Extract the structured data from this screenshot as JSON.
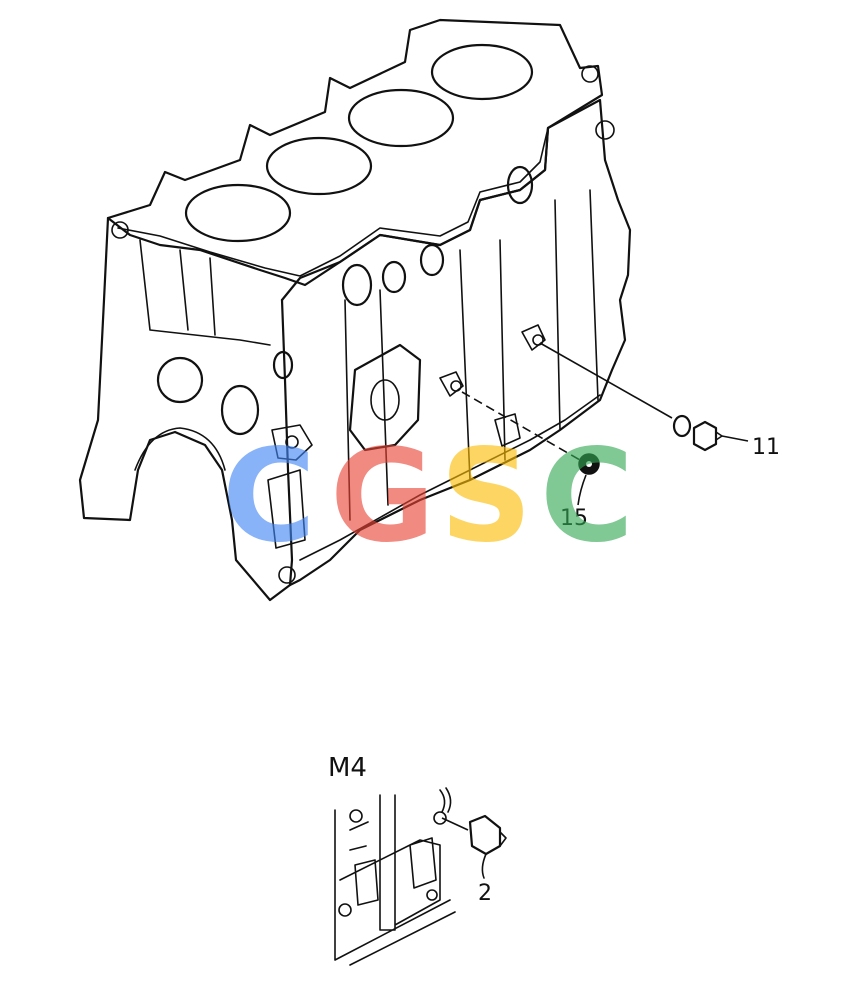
{
  "callouts": {
    "part_11": "11",
    "part_15": "15",
    "part_2": "2"
  },
  "inset": {
    "label": "M4"
  },
  "watermark": {
    "letters": [
      "C",
      "G",
      "S",
      "C"
    ],
    "colors": [
      "#4285F4",
      "#EA4335",
      "#FBBC05",
      "#34A853"
    ]
  }
}
